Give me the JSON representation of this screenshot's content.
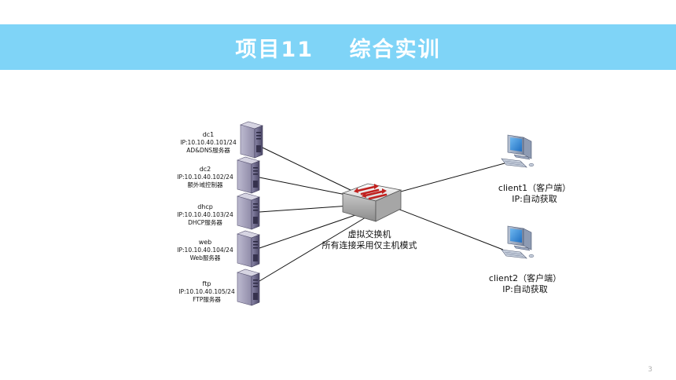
{
  "slide": {
    "title": "项目11    综合实训",
    "page_number": "3",
    "colors": {
      "banner": "#7fd4f7",
      "title_text": "#ffffff",
      "link": "#111111"
    }
  },
  "servers": [
    {
      "name": "dc1",
      "ip": "IP:10.10.40.101/24",
      "role": "AD&DNS服务器",
      "icon": "tower-server-icon"
    },
    {
      "name": "dc2",
      "ip": "IP:10.10.40.102/24",
      "role": "额外域控制器",
      "icon": "tower-server-icon"
    },
    {
      "name": "dhcp",
      "ip": "IP:10.10.40.103/24",
      "role": "DHCP服务器",
      "icon": "tower-server-icon"
    },
    {
      "name": "web",
      "ip": "IP:10.10.40.104/24",
      "role": "Web服务器",
      "icon": "tower-server-icon"
    },
    {
      "name": "ftp",
      "ip": "IP:10.10.40.105/24",
      "role": "FTP服务器",
      "icon": "tower-server-icon"
    }
  ],
  "switch": {
    "name": "虚拟交换机",
    "mode": "所有连接采用仅主机模式",
    "icon": "network-switch-icon"
  },
  "clients": [
    {
      "name": "client1（客户端）",
      "ip": "IP:自动获取",
      "icon": "desktop-computer-icon"
    },
    {
      "name": "client2（客户端）",
      "ip": "IP:自动获取",
      "icon": "desktop-computer-icon"
    }
  ]
}
